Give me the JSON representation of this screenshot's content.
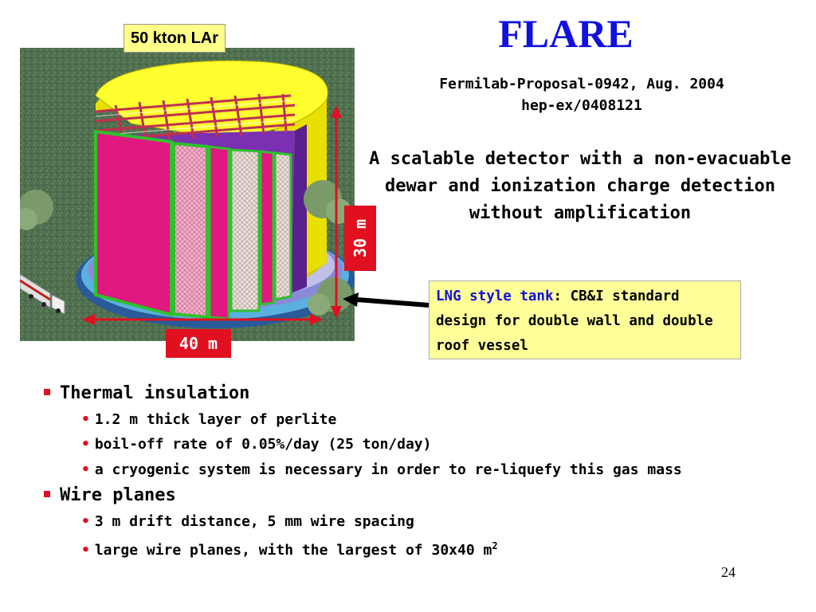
{
  "slide": {
    "title": "FLARE",
    "reference_line1": "Fermilab-Proposal-0942, Aug. 2004",
    "reference_line2": "hep-ex/0408121",
    "description": "A scalable detector with a non-evacuable dewar and ionization charge detection without amplification",
    "page_number": "24"
  },
  "illustration": {
    "caption_capacity": "50 kton LAr",
    "dimension_width": "40 m",
    "dimension_height": "30 m"
  },
  "tank_note": {
    "key": "LNG style tank",
    "text": ": CB&I standard design for double wall and double roof vessel"
  },
  "bullets": [
    {
      "heading": "Thermal insulation",
      "items": [
        "1.2 m thick layer of perlite",
        "boil-off rate of 0.05%/day (25 ton/day)",
        "a cryogenic system is necessary in order to re-liquefy this gas mass"
      ]
    },
    {
      "heading": "Wire planes",
      "items": [
        "3 m drift distance, 5 mm wire spacing",
        "large wire planes, with the largest of 30x40 m"
      ],
      "superscript": "2"
    }
  ],
  "colors": {
    "title": "#1010e0",
    "accent_red": "#e01020",
    "caption_yellow": "#ffff88"
  }
}
